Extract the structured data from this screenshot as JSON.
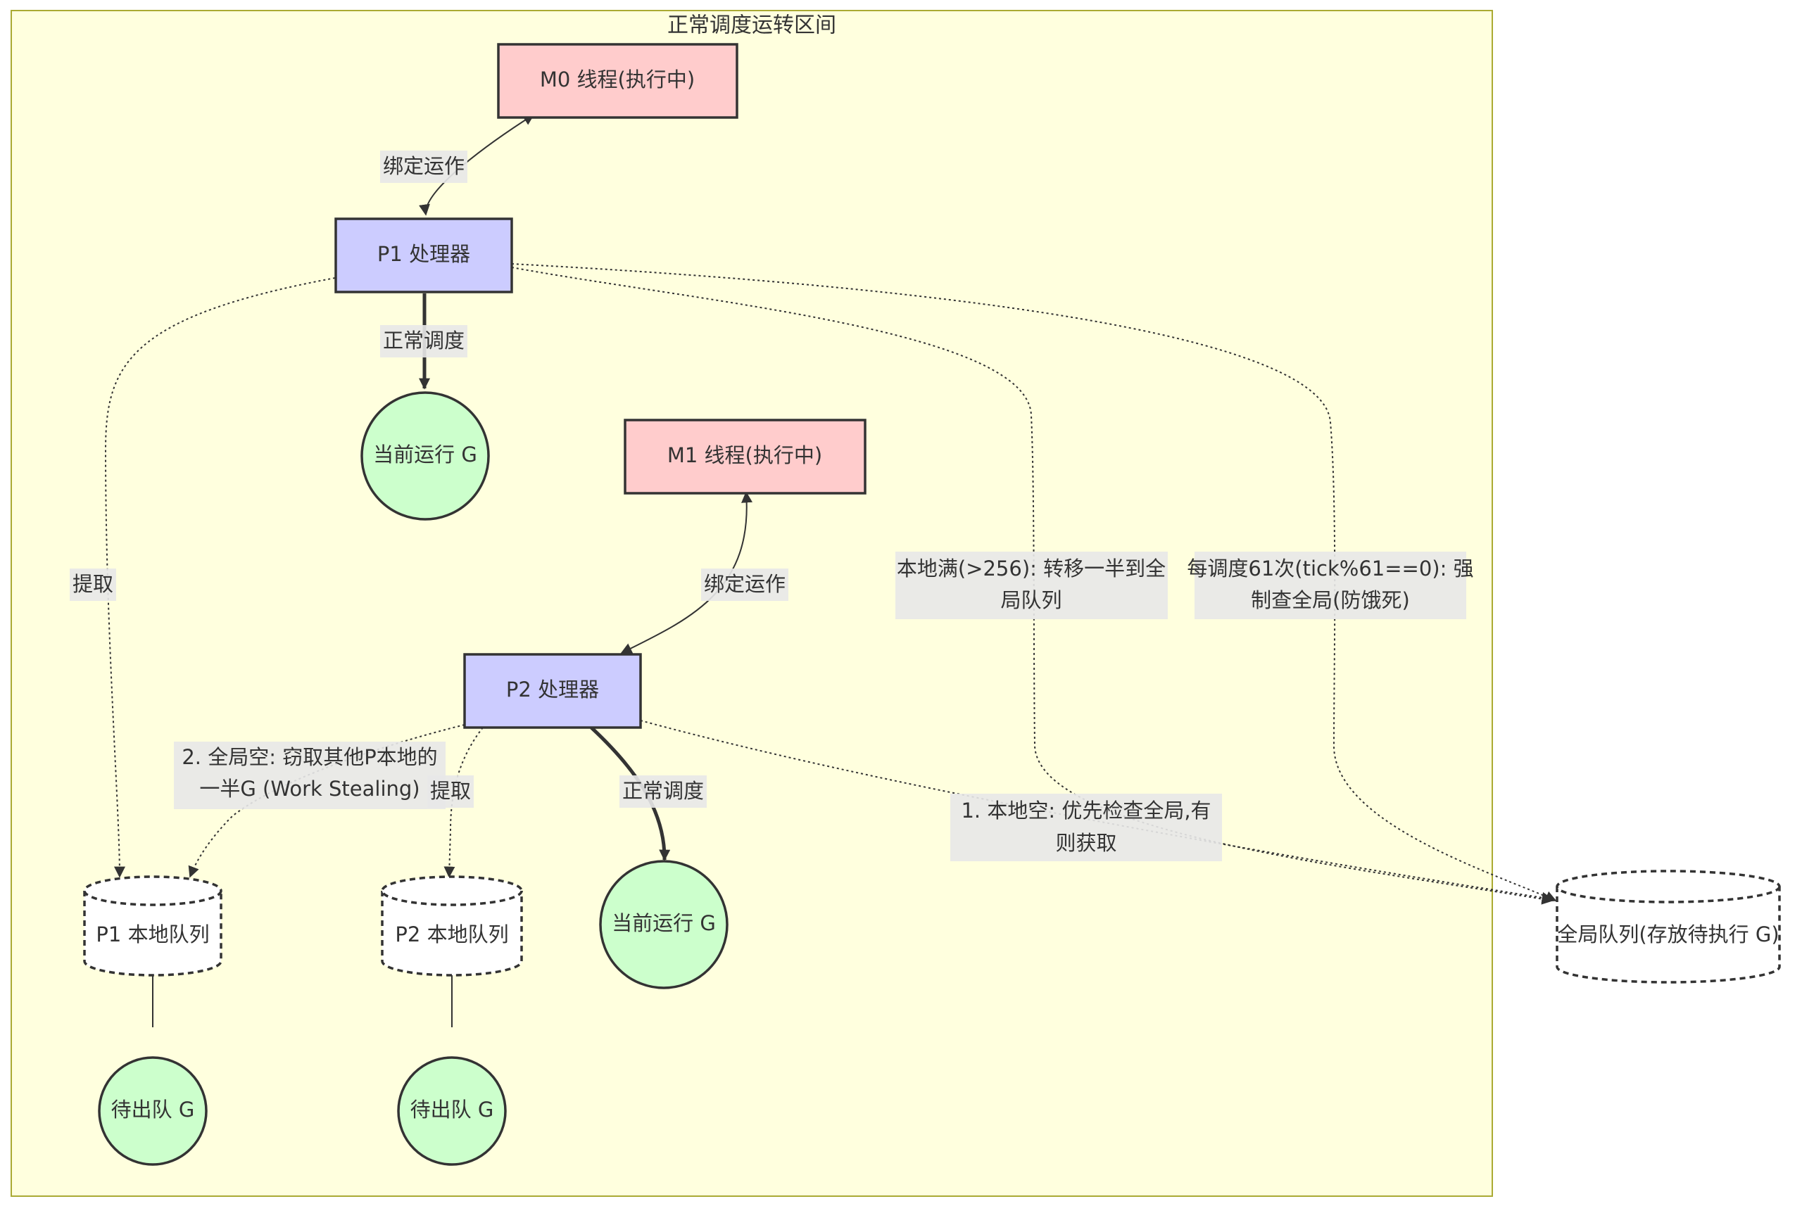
{
  "subgraph": {
    "title": "正常调度运转区间"
  },
  "nodes": {
    "m0": "M0 线程(执行中)",
    "p1": "P1 处理器",
    "g_run_1": "当前运行 G",
    "m1": "M1 线程(执行中)",
    "p2": "P2 处理器",
    "g_run_2": "当前运行 G",
    "p1_queue": "P1 本地队列",
    "p2_queue": "P2 本地队列",
    "g_wait_1": "待出队 G",
    "g_wait_2": "待出队 G",
    "global_queue": "全局队列(存放待执行 G)"
  },
  "edge_labels": {
    "bind_1": "绑定运作",
    "sched_1": "正常调度",
    "fetch_1": "提取",
    "bind_2": "绑定运作",
    "local_full_line1": "本地满(>256): 转移一半到全",
    "local_full_line2": "局队列",
    "tick_line1": "每调度61次(tick%61==0): 强",
    "tick_line2": "制查全局(防饿死)",
    "steal_line1": "2. 全局空: 窃取其他P本地的",
    "steal_line2": "一半G (Work Stealing)",
    "fetch_2": "提取",
    "sched_2": "正常调度",
    "local_empty_line1": "1. 本地空: 优先检查全局,有",
    "local_empty_line2": "则获取"
  },
  "colors": {
    "subgraph_fill": "#ffffde",
    "subgraph_stroke": "#aaaa33",
    "m_fill": "#ffcccc",
    "p_fill": "#ccccff",
    "g_fill": "#ccffcc",
    "label_bg": "#e8e8e8"
  }
}
